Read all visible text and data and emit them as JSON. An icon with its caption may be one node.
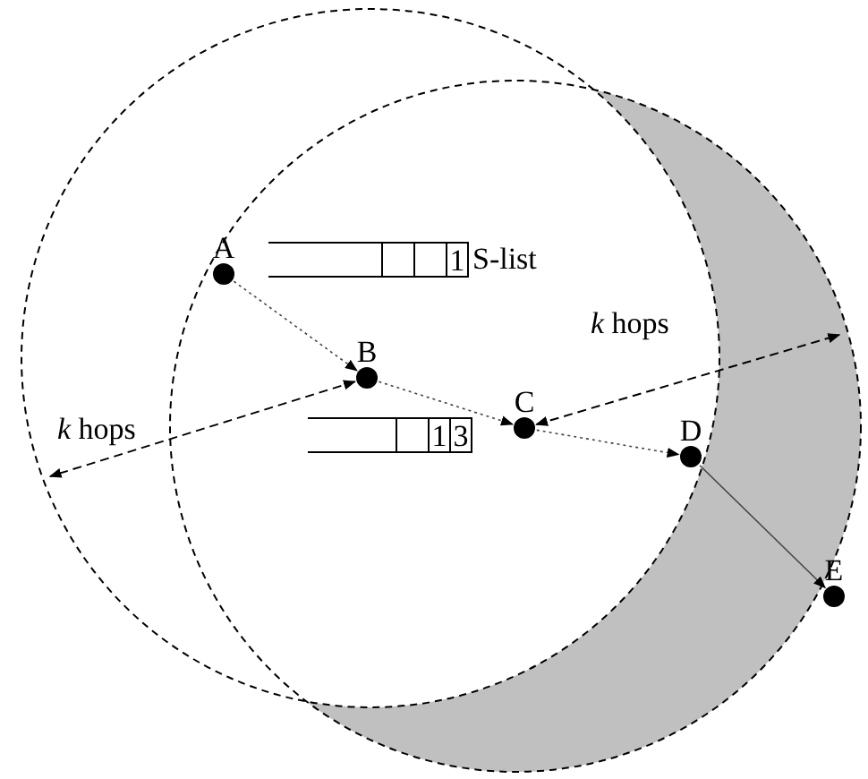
{
  "diagram": {
    "nodes": [
      {
        "text": [
          "A"
        ]
      },
      {
        "text": [
          "B"
        ]
      },
      {
        "text": [
          "C"
        ]
      },
      {
        "text": [
          "D"
        ]
      },
      {
        "text": [
          "E"
        ]
      }
    ],
    "edges": [
      {
        "from": 0,
        "to": 1,
        "arrow": "to",
        "style": "dashed"
      },
      {
        "from": 1,
        "to": 2,
        "arrow": "to",
        "style": "dashed"
      },
      {
        "from": 2,
        "to": 3,
        "arrow": "to",
        "style": "dashed"
      },
      {
        "from": 3,
        "to": 4,
        "arrow": "to"
      },
      {
        "from": 1,
        "to": null,
        "arrow": "both",
        "style": "dashed",
        "label": "*k* hops"
      },
      {
        "from": 2,
        "to": null,
        "arrow": "both",
        "style": "dashed",
        "label": "*k* hops"
      }
    ],
    "labels": [
      "1",
      "S-list",
      "1",
      "3"
    ]
  }
}
